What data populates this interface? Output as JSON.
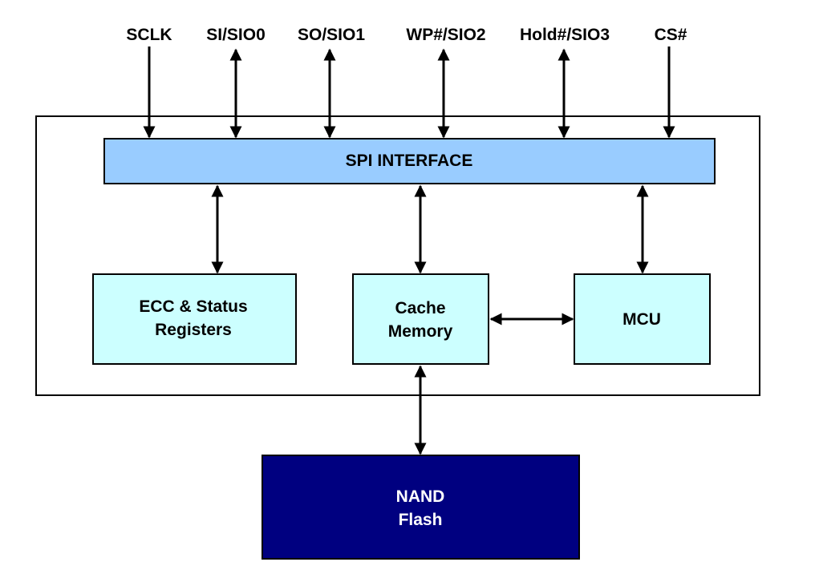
{
  "diagram": {
    "title": "SPI NAND Flash block diagram",
    "colors": {
      "spi_fill": "#99ccff",
      "block_fill": "#ccffff",
      "nand_fill": "#000080",
      "line": "#000000",
      "nand_text": "#ffffff"
    },
    "pins": [
      {
        "id": "sclk",
        "label": "SCLK",
        "direction": "in"
      },
      {
        "id": "si-sio0",
        "label": "SI/SIO0",
        "direction": "bidirectional"
      },
      {
        "id": "so-sio1",
        "label": "SO/SIO1",
        "direction": "bidirectional"
      },
      {
        "id": "wp-sio2",
        "label": "WP#/SIO2",
        "direction": "bidirectional"
      },
      {
        "id": "hold-sio3",
        "label": "Hold#/SIO3",
        "direction": "bidirectional"
      },
      {
        "id": "cs",
        "label": "CS#",
        "direction": "in"
      }
    ],
    "blocks": {
      "spi": {
        "lines": [
          "SPI INTERFACE"
        ]
      },
      "ecc": {
        "lines": [
          "ECC & Status",
          "Registers"
        ]
      },
      "cache": {
        "lines": [
          "Cache",
          "Memory"
        ]
      },
      "mcu": {
        "lines": [
          "MCU"
        ]
      },
      "nand": {
        "lines": [
          "NAND",
          "Flash"
        ]
      }
    },
    "connections": [
      {
        "from": "spi",
        "to": "ecc",
        "direction": "bidirectional"
      },
      {
        "from": "spi",
        "to": "cache",
        "direction": "bidirectional"
      },
      {
        "from": "spi",
        "to": "mcu",
        "direction": "bidirectional"
      },
      {
        "from": "cache",
        "to": "mcu",
        "direction": "bidirectional"
      },
      {
        "from": "cache",
        "to": "nand",
        "direction": "bidirectional"
      }
    ]
  }
}
